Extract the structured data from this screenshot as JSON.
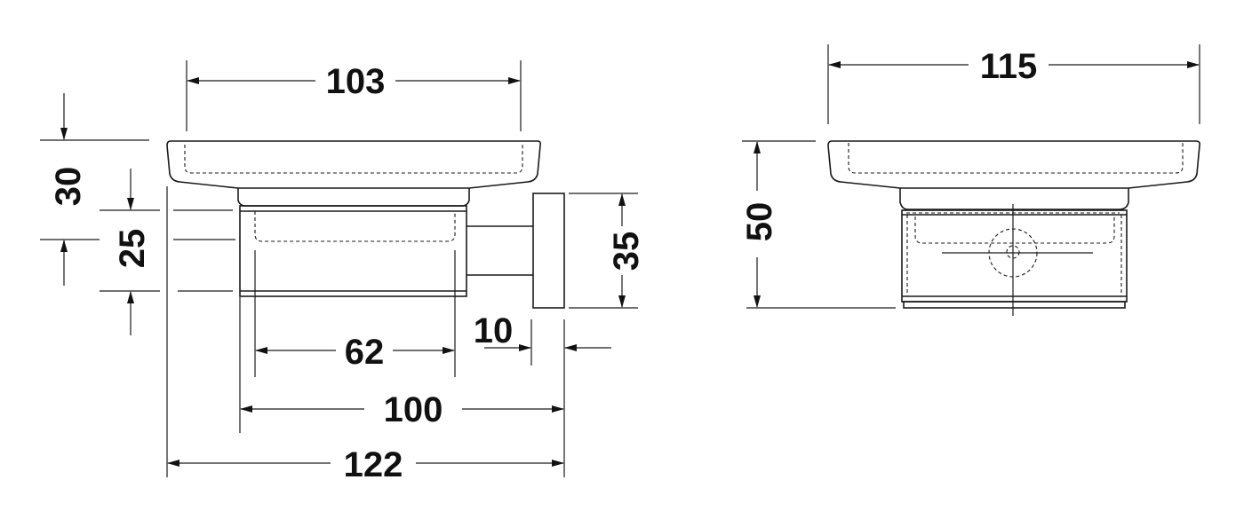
{
  "side_view": {
    "dimensions": {
      "tray_width": "103",
      "tray_height": "30",
      "body_height": "25",
      "plate_height": "35",
      "body_inner_width": "62",
      "plate_thickness": "10",
      "body_to_wall": "100",
      "overall_depth": "122"
    }
  },
  "front_view": {
    "dimensions": {
      "overall_width": "115",
      "overall_height": "50"
    }
  },
  "colors": {
    "line": "#1a1a1a",
    "background": "#ffffff"
  }
}
